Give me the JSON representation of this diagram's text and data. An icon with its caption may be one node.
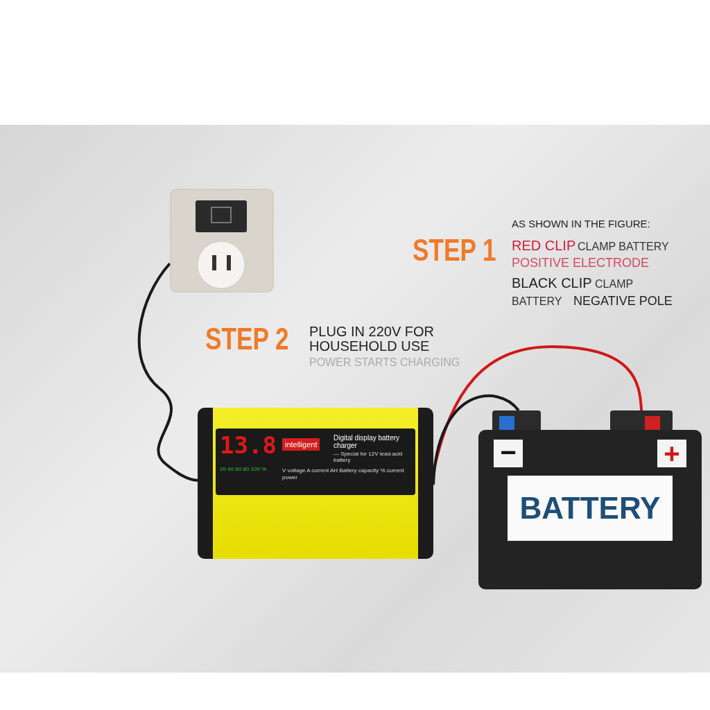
{
  "diagram": {
    "nodes": [
      {
        "text": [],
        "shape": "picture"
      },
      {
        "text": [
          "13.8",
          "20 40 60 80 100 %",
          "intelligent",
          "Digital display battery charger",
          "— Special for 12V lead-acid battery",
          "V voltage A current AH Battery capacity % current power"
        ]
      },
      {
        "text": [
          "−",
          "+",
          "BATTERY"
        ]
      }
    ],
    "edges": [
      {
        "from": 0,
        "to": 1,
        "arrow": "none"
      },
      {
        "from": 1,
        "to": 2,
        "arrow": "none",
        "color": "#d01818"
      },
      {
        "from": 1,
        "to": 2,
        "arrow": "none"
      }
    ],
    "labels": [
      "STEP 1",
      "AS SHOWN IN THE FIGURE:",
      "RED CLIP",
      "CLAMP BATTERY",
      "POSITIVE ELECTRODE",
      "BLACK CLIP",
      "CLAMP",
      "BATTERY",
      "NEGATIVE POLE",
      "STEP 2",
      "PLUG IN 220V FOR HOUSEHOLD USE",
      "POWER STARTS CHARGING"
    ]
  }
}
